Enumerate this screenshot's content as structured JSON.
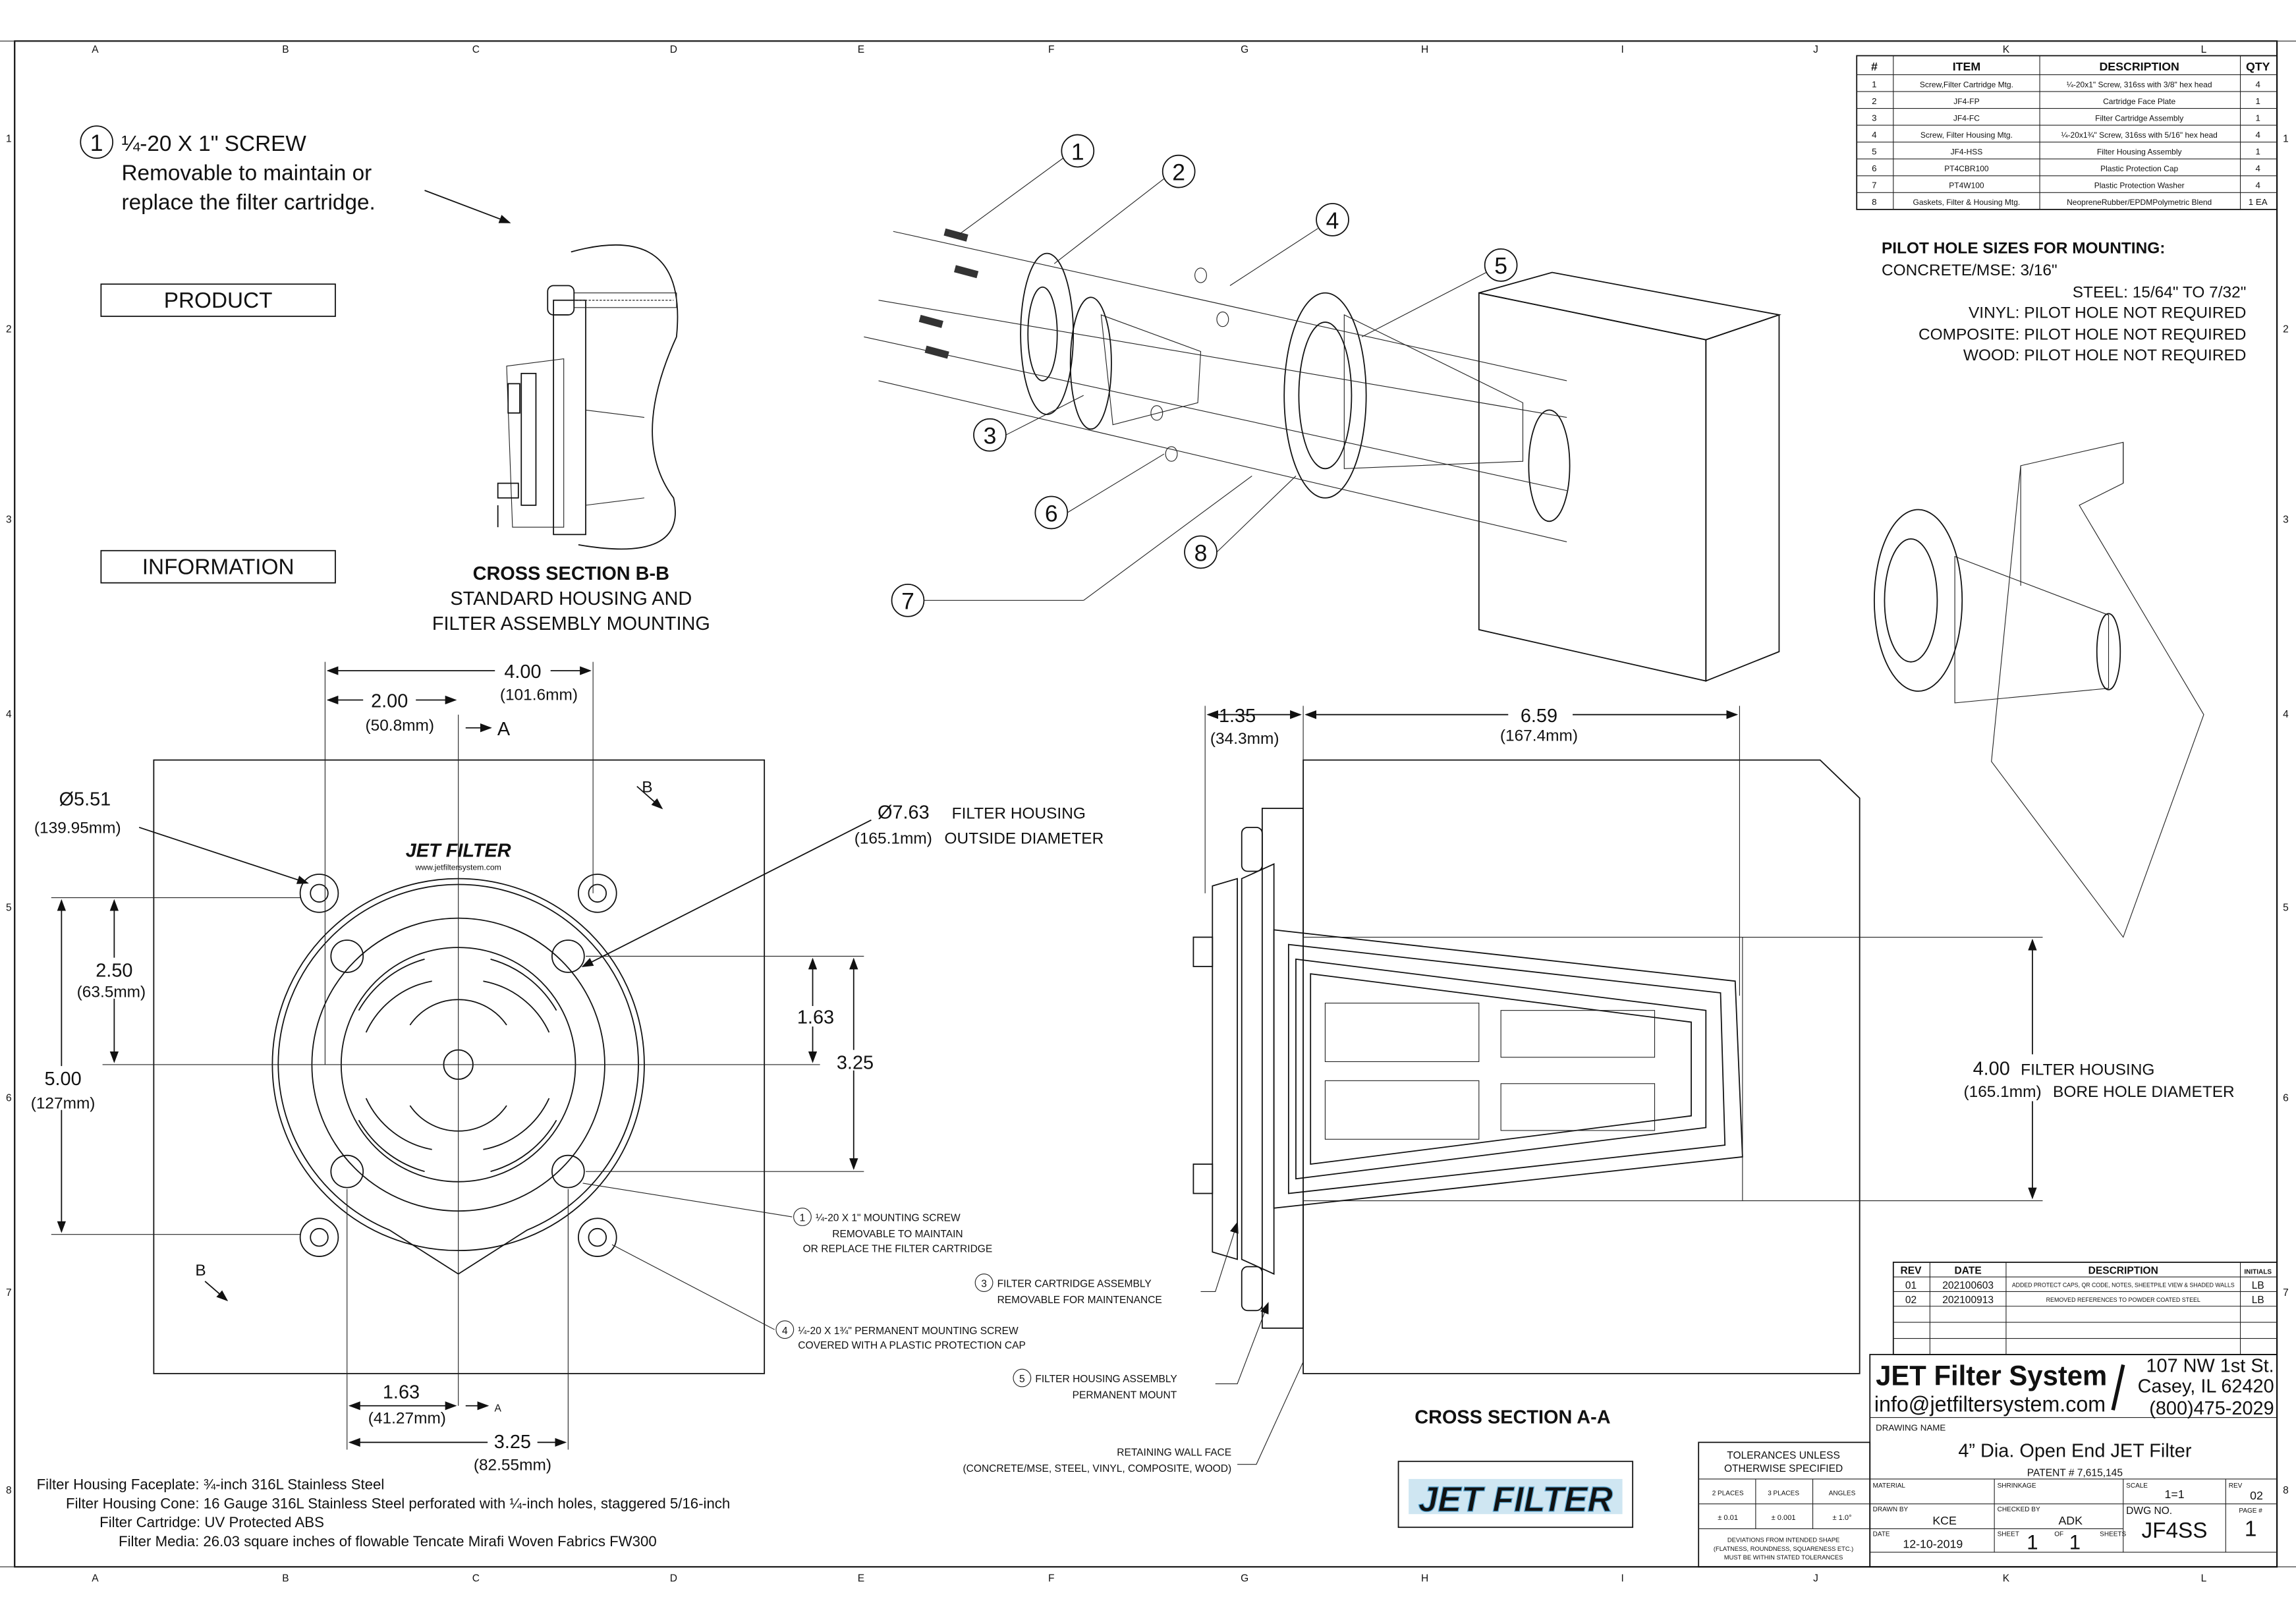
{
  "sheet": {
    "columns": [
      "A",
      "B",
      "C",
      "D",
      "E",
      "F",
      "G",
      "H",
      "I",
      "J",
      "K",
      "L"
    ],
    "rows": [
      "1",
      "2",
      "3",
      "4",
      "5",
      "6",
      "7",
      "8"
    ]
  },
  "labels": {
    "product": "PRODUCT",
    "information": "INFORMATION"
  },
  "note1": {
    "balloon": "1",
    "title": "¼-20 X 1\" SCREW",
    "line1": "Removable to maintain or",
    "line2": "replace the filter cartridge."
  },
  "section_bb": {
    "title": "CROSS SECTION B-B",
    "line1": "STANDARD HOUSING AND",
    "line2": "FILTER ASSEMBLY MOUNTING"
  },
  "section_aa": {
    "title": "CROSS SECTION A-A"
  },
  "front_view": {
    "dim_width": "4.00",
    "dim_width_mm": "(101.6mm)",
    "dim_half": "2.00",
    "dim_half_mm": "(50.8mm)",
    "section_a_top": "A",
    "section_a_bottom": "A",
    "dim_hole_circle": "Ø5.51",
    "dim_hole_circle_mm": "(139.95mm)",
    "dim_housing": "Ø7.63",
    "dim_housing_label": "FILTER HOUSING",
    "dim_housing_mm": "(165.1mm)",
    "dim_housing_label2": "OUTSIDE DIAMETER",
    "section_b_top": "B",
    "section_b_bottom": "B",
    "dim_v_half": "2.50",
    "dim_v_half_mm": "(63.5mm)",
    "dim_v_full": "5.00",
    "dim_v_full_mm": "(127mm)",
    "dim_screw_v_half": "1.63",
    "dim_screw_v_full": "3.25",
    "dim_screw_h_half": "1.63",
    "dim_screw_h_half_mm": "(41.27mm)",
    "dim_screw_h_full": "3.25",
    "dim_screw_h_full_mm": "(82.55mm)",
    "logo_text": "JET FILTER",
    "website": "www.jetfiltersystem.com"
  },
  "section_aa_dims": {
    "flange": "1.35",
    "flange_mm": "(34.3mm)",
    "length": "6.59",
    "length_mm": "(167.4mm)",
    "bore": "4.00",
    "bore_label": "FILTER HOUSING",
    "bore_mm": "(165.1mm)",
    "bore_label2": "BORE HOLE DIAMETER"
  },
  "exploded_balloons": [
    "1",
    "2",
    "3",
    "4",
    "5",
    "6",
    "7",
    "8"
  ],
  "callouts": [
    {
      "num": "1",
      "line1": "¼-20 X 1\" MOUNTING SCREW",
      "line2": "REMOVABLE TO MAINTAIN",
      "line3": "OR REPLACE THE FILTER CARTRIDGE"
    },
    {
      "num": "4",
      "line1": "¼-20 X 1¾\" PERMANENT MOUNTING SCREW",
      "line2": "COVERED WITH A PLASTIC PROTECTION CAP"
    },
    {
      "num": "3",
      "line1": "FILTER CARTRIDGE ASSEMBLY",
      "line2": "REMOVABLE FOR MAINTENANCE"
    },
    {
      "num": "5",
      "line1": "FILTER HOUSING ASSEMBLY",
      "line2": "PERMANENT MOUNT"
    },
    {
      "num": "",
      "line1": "RETAINING WALL FACE",
      "line2": "(CONCRETE/MSE, STEEL, VINYL, COMPOSITE, WOOD)"
    }
  ],
  "bom": {
    "headers": [
      "#",
      "ITEM",
      "DESCRIPTION",
      "QTY"
    ],
    "rows": [
      [
        "1",
        "Screw,Filter Cartridge Mtg.",
        "¼-20x1\" Screw, 316ss with 3/8\" hex head",
        "4"
      ],
      [
        "2",
        "JF4-FP",
        "Cartridge Face Plate",
        "1"
      ],
      [
        "3",
        "JF4-FC",
        "Filter Cartridge Assembly",
        "1"
      ],
      [
        "4",
        "Screw, Filter Housing Mtg.",
        "¼-20x1¾\" Screw, 316ss with 5/16\" hex head",
        "4"
      ],
      [
        "5",
        "JF4-HSS",
        "Filter Housing Assembly",
        "1"
      ],
      [
        "6",
        "PT4CBR100",
        "Plastic Protection Cap",
        "4"
      ],
      [
        "7",
        "PT4W100",
        "Plastic Protection Washer",
        "4"
      ],
      [
        "8",
        "Gaskets, Filter & Housing Mtg.",
        "NeopreneRubber/EPDMPolymetric Blend",
        "1 EA"
      ]
    ]
  },
  "pilot": {
    "title": "PILOT HOLE SIZES FOR MOUNTING:",
    "lines": [
      "CONCRETE/MSE: 3/16\"",
      "STEEL: 15/64\" TO 7/32\"",
      "VINYL: PILOT HOLE NOT REQUIRED",
      "COMPOSITE: PILOT HOLE NOT REQUIRED",
      "WOOD: PILOT HOLE NOT REQUIRED"
    ]
  },
  "materials": [
    "Filter Housing Faceplate: ¾-inch 316L Stainless Steel",
    "Filter Housing Cone: 16 Gauge 316L Stainless Steel perforated with ¼-inch holes, staggered  5/16-inch",
    "Filter Cartridge: UV Protected ABS",
    "Filter Media: 26.03 square inches of flowable Tencate Mirafi Woven Fabrics FW300"
  ],
  "revisions": {
    "headers": [
      "REV",
      "DATE",
      "DESCRIPTION",
      "INITIALS"
    ],
    "rows": [
      [
        "01",
        "202100603",
        "ADDED PROTECT CAPS, QR CODE, NOTES, SHEETPILE VIEW & SHADED WALLS",
        "LB"
      ],
      [
        "02",
        "202100913",
        "REMOVED REFERENCES TO POWDER COATED STEEL",
        "LB"
      ]
    ]
  },
  "title_block": {
    "company": "JET Filter System",
    "email": "info@jetfiltersystem.com",
    "address1": "107 NW 1st St.",
    "address2": "Casey, IL 62420",
    "phone": "(800)475-2029",
    "drawing_name_label": "DRAWING NAME",
    "drawing_name": "4” Dia. Open End JET Filter",
    "patent": "PATENT # 7,615,145",
    "material_label": "MATERIAL",
    "shrinkage_label": "SHRINKAGE",
    "scale_label": "SCALE",
    "scale": "1=1",
    "rev_label": "REV",
    "rev": "02",
    "drawn_by_label": "DRAWN BY",
    "drawn_by": "KCE",
    "checked_by_label": "CHECKED BY",
    "checked_by": "ADK",
    "dwg_no_label": "DWG NO.",
    "dwg_no": "JF4SS",
    "page_label": "PAGE #",
    "page": "1",
    "date_label": "DATE",
    "date": "12-10-2019",
    "sheet_label": "SHEET",
    "sheet": "1",
    "of_label": "OF",
    "sheets": "1",
    "sheets_label": "SHEETS"
  },
  "tolerances": {
    "title1": "TOLERANCES UNLESS",
    "title2": "OTHERWISE SPECIFIED",
    "headers": [
      "2 PLACES",
      "3 PLACES",
      "ANGLES"
    ],
    "values": [
      "± 0.01",
      "± 0.001",
      "± 1.0°"
    ],
    "dev1": "DEVIATIONS FROM INTENDED SHAPE",
    "dev2": "(FLATNESS, ROUNDNESS, SQUARENESS ETC.)",
    "dev3": "MUST BE WITHIN STATED TOLERANCES"
  },
  "logo": {
    "text": "JET FILTER"
  }
}
